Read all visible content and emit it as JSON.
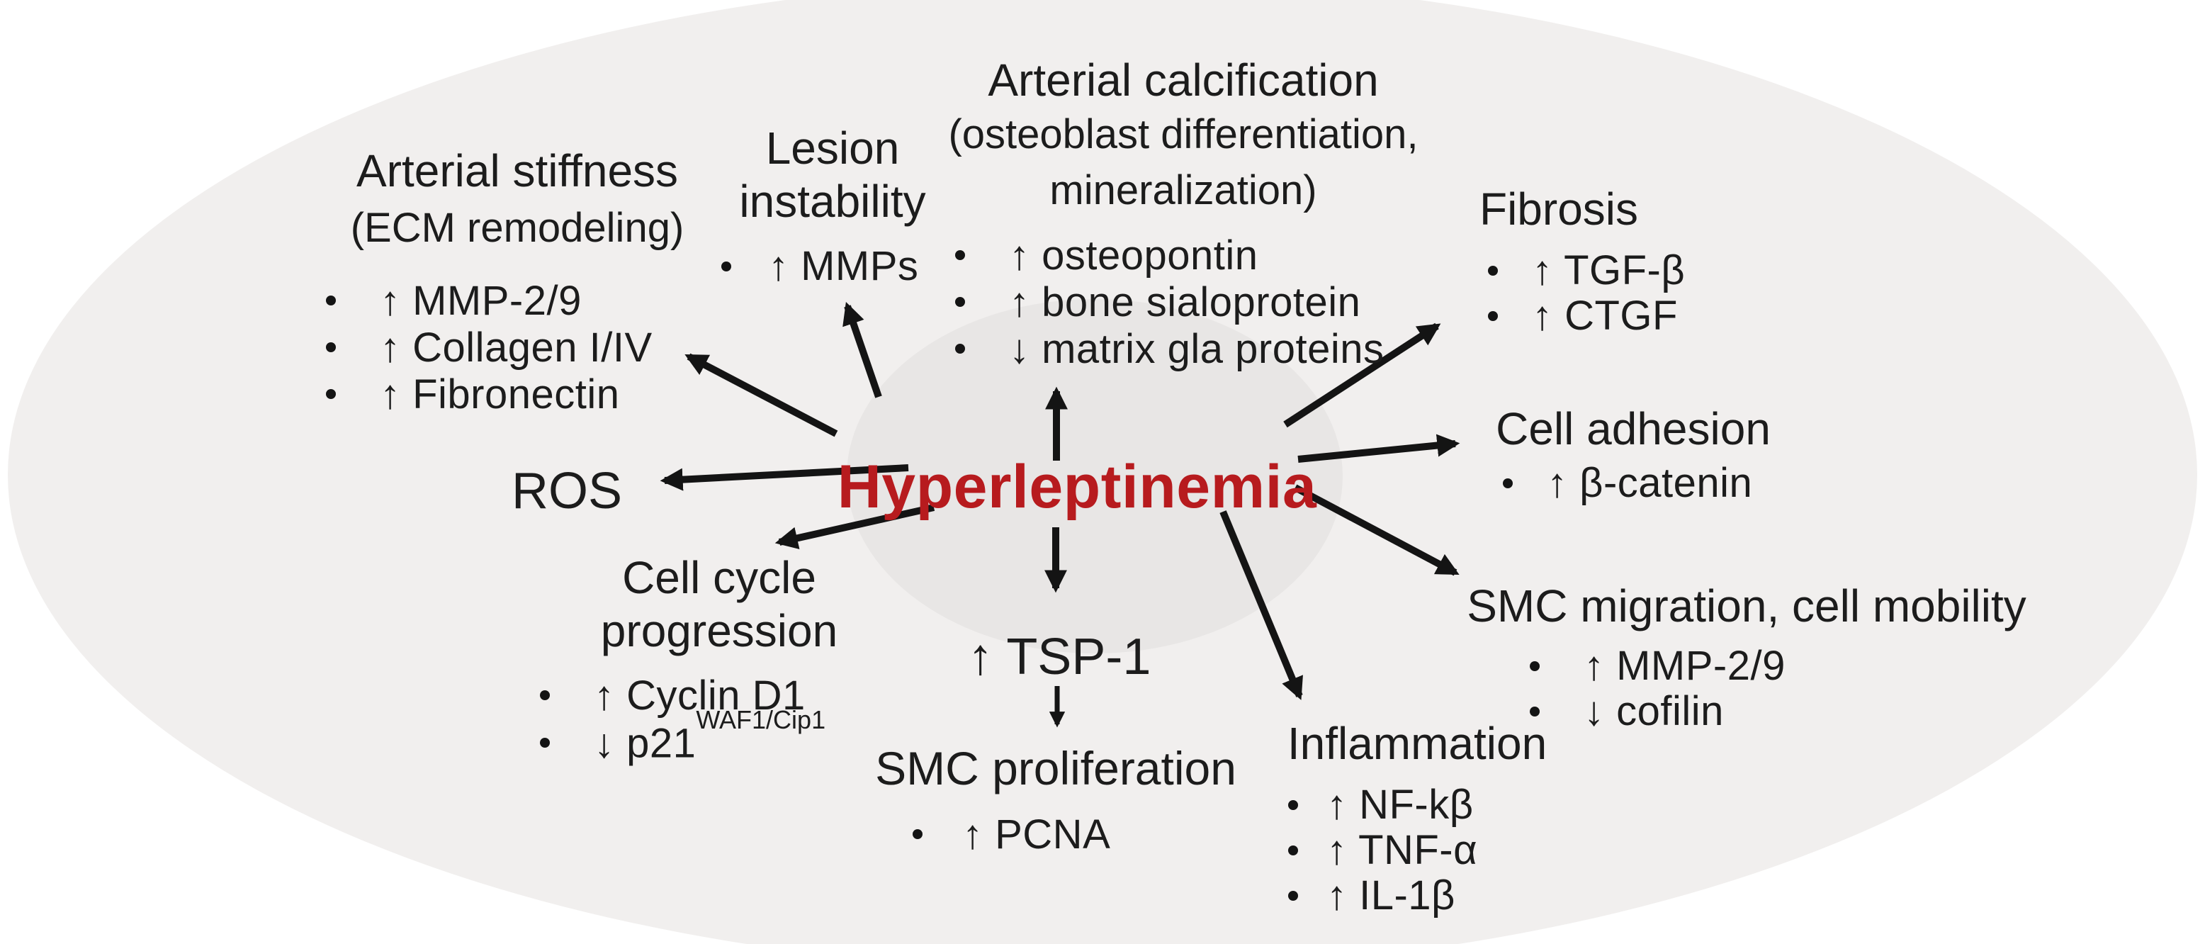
{
  "diagram": {
    "center": {
      "label": "Hyperleptinemia",
      "color": "#b71b1e"
    },
    "ros": {
      "label": "ROS"
    },
    "arterial_stiffness": {
      "title": "Arterial stiffness",
      "subtitle": "(ECM remodeling)",
      "bullets": [
        "↑ MMP-2/9",
        "↑ Collagen I/IV",
        "↑ Fibronectin"
      ]
    },
    "lesion_instability": {
      "title_line1": "Lesion",
      "title_line2": "instability",
      "bullets": [
        "↑ MMPs"
      ]
    },
    "arterial_calcification": {
      "title": "Arterial calcification",
      "subtitle_line1": "(osteoblast differentiation,",
      "subtitle_line2": "mineralization)",
      "bullets": [
        "↑ osteopontin",
        "↑ bone sialoprotein",
        "↓ matrix gla proteins"
      ]
    },
    "fibrosis": {
      "title": "Fibrosis",
      "bullets": [
        "↑ TGF-β",
        "↑ CTGF"
      ]
    },
    "cell_adhesion": {
      "title": "Cell adhesion",
      "bullets": [
        "↑ β-catenin"
      ]
    },
    "smc_migration": {
      "title": "SMC migration, cell mobility",
      "bullets": [
        "↑ MMP-2/9",
        "↓ cofilin"
      ]
    },
    "inflammation": {
      "title": "Inflammation",
      "bullets": [
        "↑ NF-kβ",
        "↑ TNF-α",
        "↑ IL-1β"
      ]
    },
    "tsp1": {
      "label": "↑ TSP-1"
    },
    "smc_proliferation": {
      "title": "SMC proliferation",
      "bullets": [
        "↑ PCNA"
      ]
    },
    "cell_cycle": {
      "title_line1": "Cell cycle",
      "title_line2": "progression",
      "bullets": [
        {
          "text": "↑ Cyclin D1",
          "sup": ""
        },
        {
          "text": "↓ p21",
          "sup": "WAF1/Cip1"
        }
      ]
    }
  }
}
